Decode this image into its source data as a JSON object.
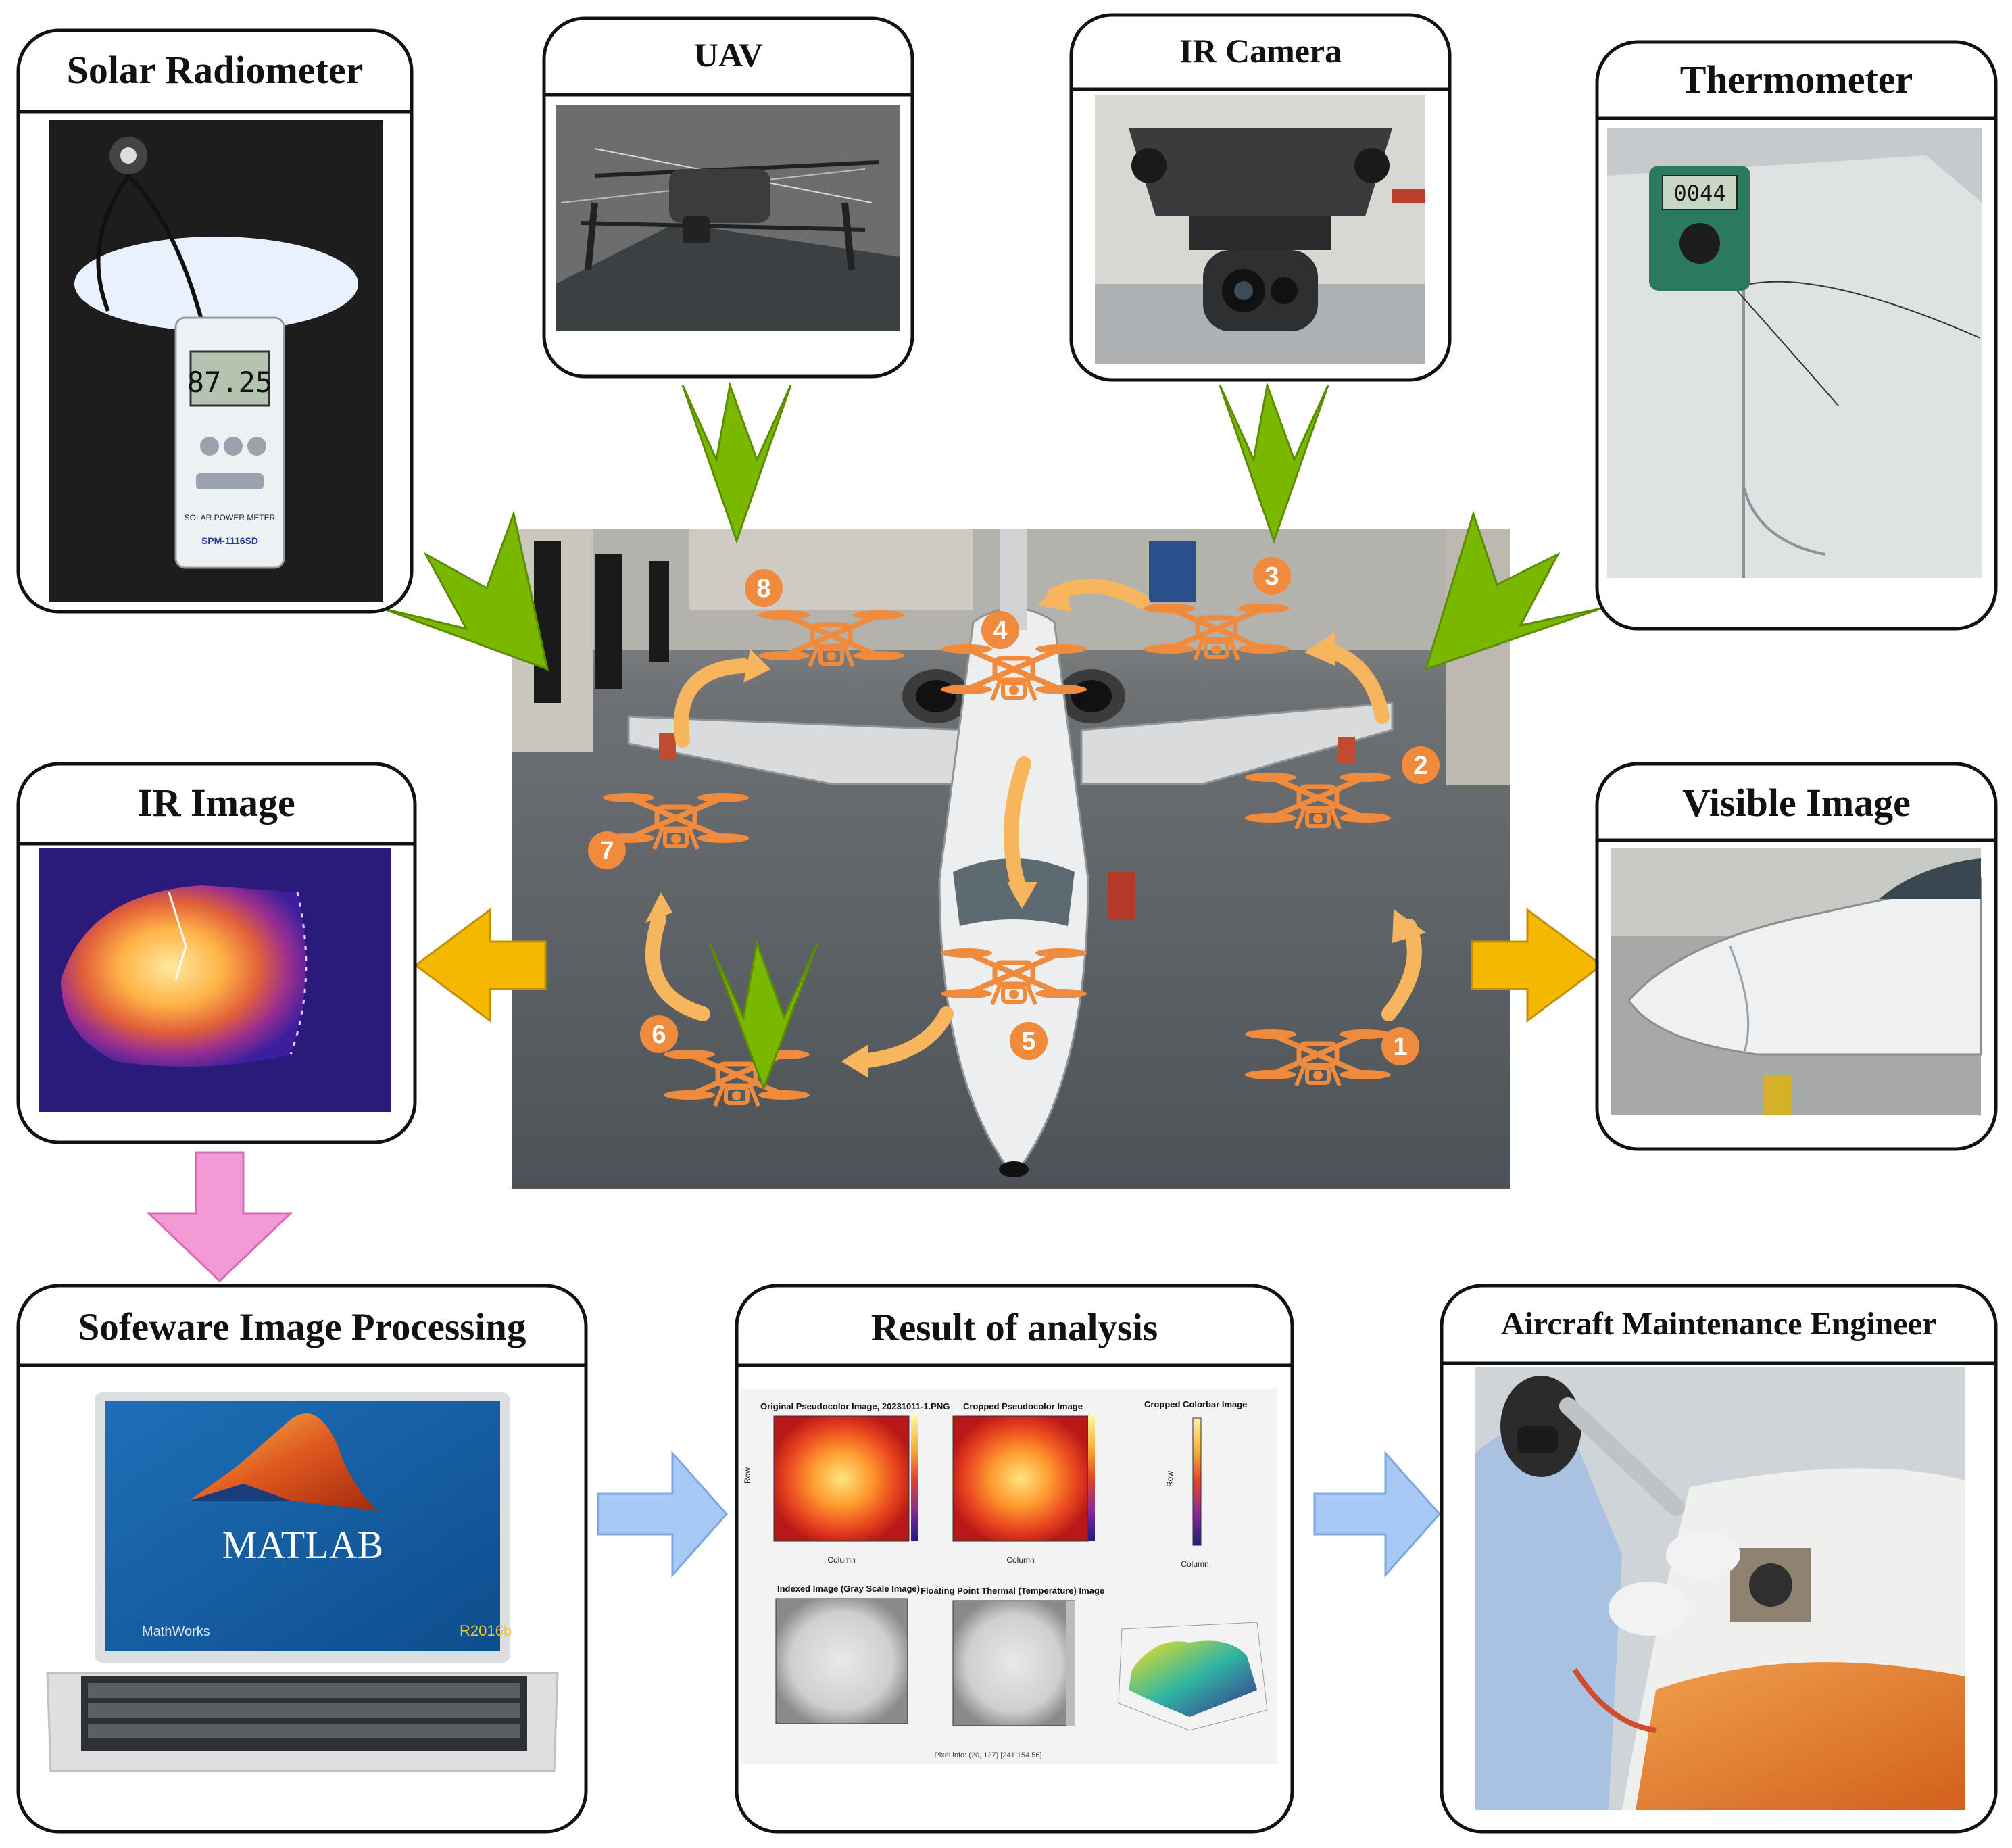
{
  "panels": {
    "solar_radiometer": {
      "title": "Solar Radiometer",
      "display_reading": "87.25",
      "device_label": "SOLAR POWER METER",
      "model": "SPM-1116SD"
    },
    "uav": {
      "title": "UAV"
    },
    "ir_camera": {
      "title": "IR Camera"
    },
    "thermometer": {
      "title": "Thermometer",
      "display_reading": "0044"
    },
    "ir_image": {
      "title": "IR Image"
    },
    "visible_image": {
      "title": "Visible Image"
    },
    "software": {
      "title": "Sofeware Image Processing",
      "app_name": "MATLAB",
      "vendor": "MathWorks",
      "version": "R2016b"
    },
    "result": {
      "title": "Result of analysis",
      "subplot_titles": [
        "Original Pseudocolor Image, 20231011-1.PNG",
        "Cropped Pseudocolor Image",
        "Cropped Colorbar Image",
        "Indexed Image (Gray Scale Image)",
        "Floating Point Thermal (Temperature) Image"
      ],
      "axis_row": "Row",
      "axis_column": "Column",
      "footer": "Pixel info: (20, 127)  [241 154 56]"
    },
    "engineer": {
      "title": "Aircraft Maintenance Engineer"
    }
  },
  "flight_path": {
    "waypoints": [
      "1",
      "2",
      "3",
      "4",
      "5",
      "6",
      "7",
      "8"
    ]
  },
  "colors": {
    "green_arrow": "#7ab800",
    "yellow_arrow": "#f5b800",
    "pink_arrow": "#f39ad6",
    "blue_arrow": "#a8c8f5",
    "drone_orange": "#f08a3c",
    "path_orange": "#f7b55e"
  }
}
